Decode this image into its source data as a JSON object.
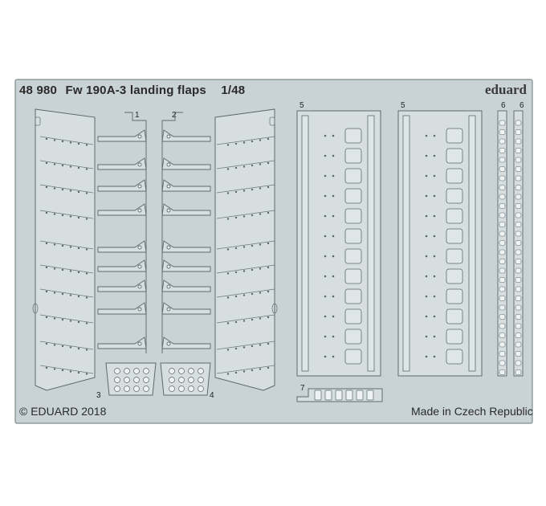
{
  "header": {
    "catalog_number": "48 980",
    "kit_name": "Fw 190A-3 landing flaps",
    "scale": "1/48",
    "brand": "eduard"
  },
  "footer": {
    "copyright": "© EDUARD 2018",
    "origin": "Made in Czech Republic"
  },
  "part_numbers": {
    "p1": "1",
    "p2": "2",
    "p3": "3",
    "p4": "4",
    "p5a": "5",
    "p5b": "5",
    "p6a": "6",
    "p6b": "6",
    "p7": "7"
  },
  "colors": {
    "fret": "#c9d3d6",
    "fret_edge": "#7f8a8e",
    "part": "#dde4e6",
    "line": "#5d686c"
  }
}
